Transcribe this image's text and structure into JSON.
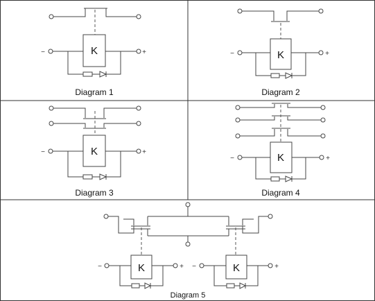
{
  "diagrams": [
    {
      "caption": "Diagram 1",
      "coil_label": "K",
      "minus": "−",
      "plus": "+"
    },
    {
      "caption": "Diagram 2",
      "coil_label": "K",
      "minus": "−",
      "plus": "+"
    },
    {
      "caption": "Diagram 3",
      "coil_label": "K",
      "minus": "−",
      "plus": "+"
    },
    {
      "caption": "Diagram 4",
      "coil_label": "K",
      "minus": "−",
      "plus": "+"
    },
    {
      "caption": "Diagram 5",
      "coil_label": "K",
      "minus": "−",
      "plus": "+",
      "coil_label_2": "K",
      "minus_2": "−",
      "plus_2": "+"
    }
  ]
}
